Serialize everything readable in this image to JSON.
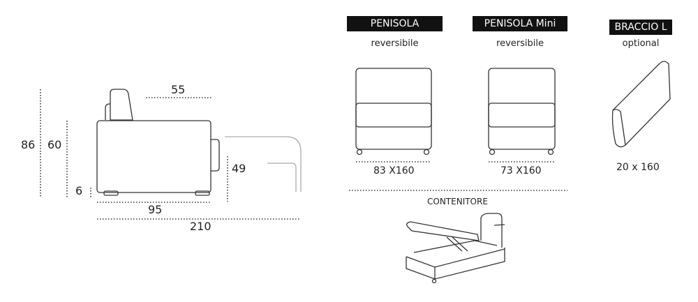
{
  "side_view": {
    "dim_depth_top": "55",
    "dim_height_total": "86",
    "dim_height_seat": "60",
    "dim_feet": "6",
    "dim_arm_height": "49",
    "dim_seat_depth": "95",
    "dim_total_depth": "210"
  },
  "modules": [
    {
      "title": "PENISOLA",
      "subtitle": "reversibile",
      "size": "83 X160"
    },
    {
      "title": "PENISOLA Mini",
      "subtitle": "reversibile",
      "size": "73 X160"
    },
    {
      "title": "BRACCIO L",
      "subtitle": "optional",
      "size": "20 x 160"
    }
  ],
  "container": {
    "label": "CONTENITORE"
  }
}
